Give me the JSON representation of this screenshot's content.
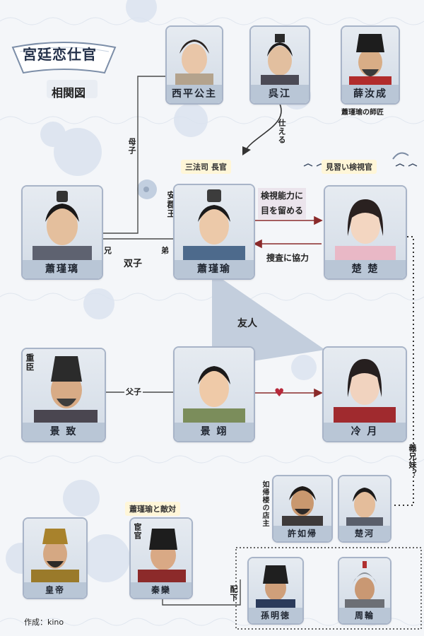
{
  "title": "宮廷恋仕官",
  "subtitle": "相関図",
  "credit": "作成：kino",
  "characters": {
    "xiping": "西平公主",
    "wujiang": "呉江",
    "xueru": "薛汝成",
    "xiaojinli": "蕭瑾璃",
    "xiaojinyu": "蕭瑾瑜",
    "chuchu": "楚 楚",
    "jingzhi": "景 致",
    "jingyi": "景 翊",
    "lengyue": "冷 月",
    "xuru": "許如帰",
    "chuhe": "楚河",
    "emperor": "皇帝",
    "qinluan": "秦欒",
    "sunming": "孫明徳",
    "zhoulun": "周輪"
  },
  "notes": {
    "xueru_note": "蕭瑾瑜の師匠",
    "serve": "仕える",
    "mother_son": "母子",
    "sanfasi": "三法司 長官",
    "anjunwang": "安郡王",
    "minarai": "見習い検視官",
    "notice": [
      "検視能力に",
      "目を留める"
    ],
    "cooperate": "捜査に協力",
    "elder": "兄",
    "younger": "弟",
    "twins": "双子",
    "friend": "友人",
    "minister": "重臣",
    "father_son": "父子",
    "sworn_siblings": "義兄妹？",
    "inn_owner": "如帰楼の店主",
    "enemy": "蕭瑾瑜と敵対",
    "eunuch": "宦官",
    "subordinate": "配下"
  },
  "colors": {
    "plate": "#b9c6d6",
    "card_border": "#a8b4c8",
    "friend_fill": "#c3cedd",
    "arrow_red": "#8a2a2a",
    "heart": "#b7283a",
    "tag_bg": "#fff6d8",
    "relbox_bg": "#ebe4ec"
  }
}
